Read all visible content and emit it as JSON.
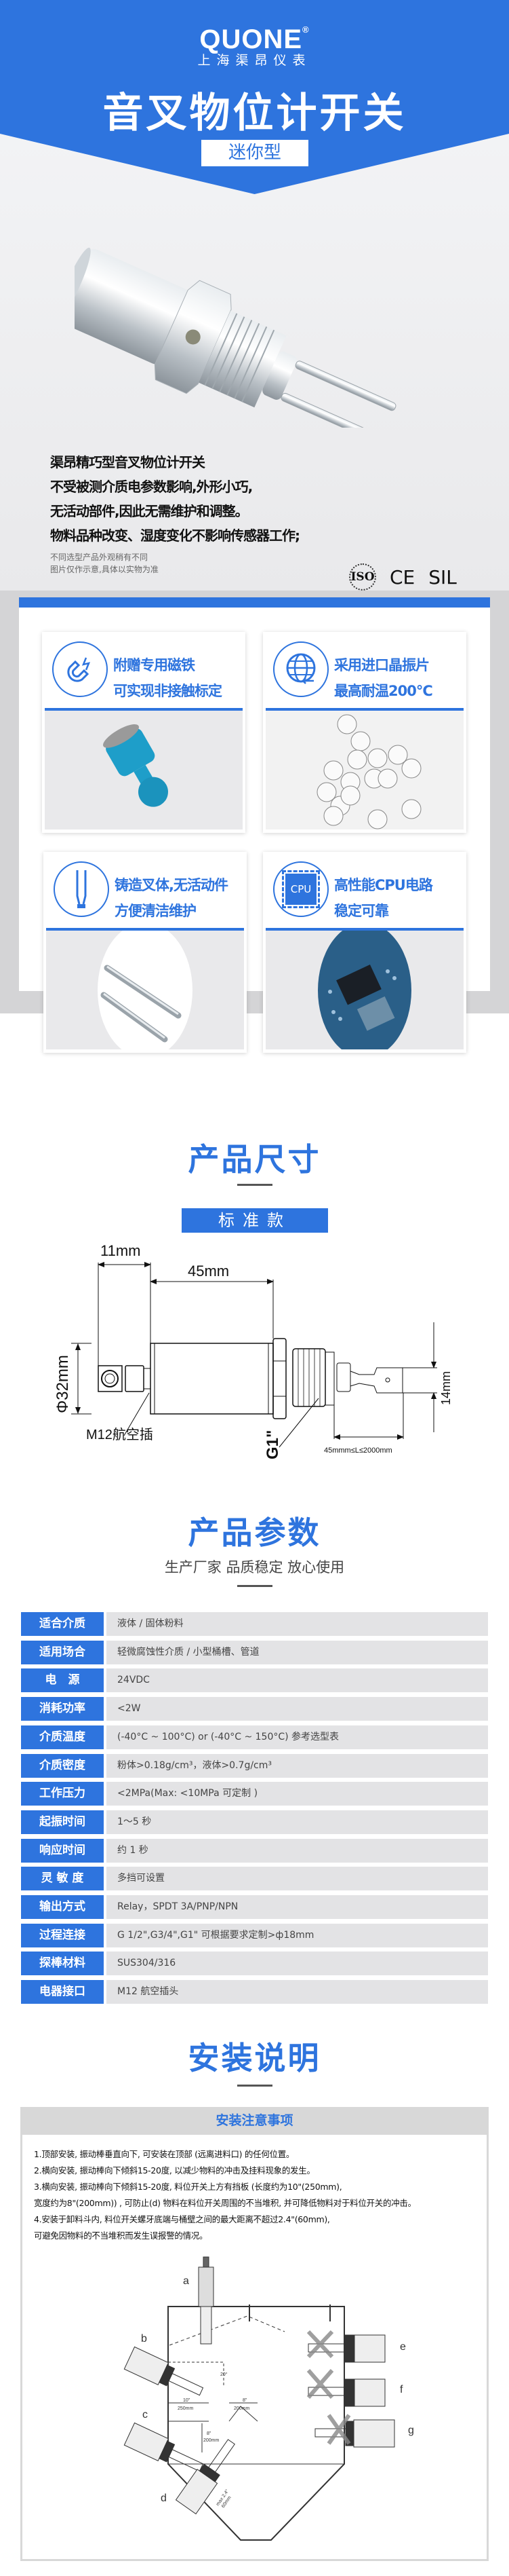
{
  "header": {
    "logo": "QUONE",
    "logo_reg": "®",
    "logo_sub": "上海渠昂仪表",
    "title": "音叉物位计开关",
    "subtitle": "迷你型"
  },
  "intro": {
    "lines": [
      "渠昂精巧型音叉物位计开关",
      "不受被测介质电参数影响,外形小巧,",
      "无活动部件,因此无需维护和调整。",
      "物料品种改变、湿度变化不影响传感器工作;"
    ],
    "notes": [
      "不同选型产品外观稍有不同",
      "图片仅作示意,具体以实物为准"
    ],
    "certs": [
      "ISO",
      "CE",
      "SIL"
    ]
  },
  "features": [
    {
      "icon": "magnet-icon",
      "lines": [
        "附赠专用磁铁",
        "可实现非接触标定"
      ]
    },
    {
      "icon": "globe-icon",
      "lines": [
        "采用进口晶振片",
        "最高耐温200°C"
      ]
    },
    {
      "icon": "fork-icon",
      "lines": [
        "铸造叉体,无活动件",
        "方便清洁维护"
      ]
    },
    {
      "icon": "cpu-icon",
      "icon_text": "CPU",
      "lines": [
        "高性能CPU电路",
        "稳定可靠"
      ]
    }
  ],
  "size": {
    "title": "产品尺寸",
    "tab": "标准款",
    "dims": {
      "connector_len": "11mm",
      "body_len": "45mm",
      "diameter": "Φ32mm",
      "fork_width": "14mm",
      "insertion": "45mmm≤L≤2000mm",
      "connector": "M12航空插",
      "thread": "G1\""
    }
  },
  "params": {
    "title": "产品参数",
    "subtitle": "生产厂家 品质稳定 放心使用",
    "rows": [
      {
        "label": "适合介质",
        "value": "液体 / 固体粉料"
      },
      {
        "label": "适用场合",
        "value": "轻微腐蚀性介质 / 小型桶槽、管道"
      },
      {
        "label": "电　源",
        "value": "24VDC"
      },
      {
        "label": "消耗功率",
        "value": "<2W"
      },
      {
        "label": "介质温度",
        "value": "(-40°C ~ 100°C) or (-40°C ~ 150°C) 参考选型表"
      },
      {
        "label": "介质密度",
        "value": "粉体>0.18g/cm³，液体>0.7g/cm³"
      },
      {
        "label": "工作压力",
        "value": "<2MPa(Max: <10MPa 可定制 )"
      },
      {
        "label": "起振时间",
        "value": "1～5 秒"
      },
      {
        "label": "响应时间",
        "value": "约 1 秒"
      },
      {
        "label": "灵 敏 度",
        "value": "多挡可设置"
      },
      {
        "label": "输出方式",
        "value": "Relay，SPDT 3A/PNP/NPN"
      },
      {
        "label": "过程连接",
        "value": "G 1/2\",G3/4\",G1\"  可根据要求定制>ф18mm"
      },
      {
        "label": "探棒材料",
        "value": "SUS304/316"
      },
      {
        "label": "电器接口",
        "value": "M12 航空插头"
      }
    ]
  },
  "install": {
    "title": "安装说明",
    "box_title": "安装注意事项",
    "notes": [
      "1.顶部安装, 振动棒垂直向下, 可安装在顶部 (远离进料口) 的任何位置。",
      "2.横向安装, 振动棒向下倾斜15-20度, 以减少物料的冲击及挂料现象的发生。",
      "3.横向安装, 振动棒向下倾斜15-20度, 料位开关上方有挡板 (长度约为10\"(250mm),",
      "  宽度约为8\"(200mm)) , 可防止(d) 物料在料位开关周围的不当堆积, 并可降低物料对于料位开关的冲击。",
      "4.安装于卸料斗内, 料位开关螺牙底端与桶壁之间的最大距离不超过2.4\"(60mm),",
      "  可避免因物料的不当堆积而发生误报警的情况。"
    ],
    "diagram_labels": [
      "a",
      "b",
      "c",
      "d",
      "e",
      "f",
      "g"
    ],
    "diagram_dims": [
      "20°",
      "10\"",
      "250mm",
      "8\"",
      "200mm",
      "8\"",
      "200mm",
      "max 2.4\"",
      "60mm"
    ]
  },
  "colors": {
    "brand_blue": "#2e74de",
    "table_value_bg": "#e3e3e5"
  }
}
